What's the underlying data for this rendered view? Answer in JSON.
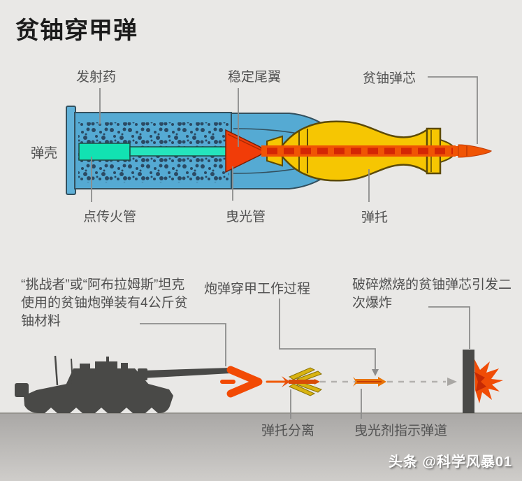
{
  "title": "贫铀穿甲弹",
  "shell_labels": {
    "propellant": "发射药",
    "fins": "稳定尾翼",
    "du_core": "贫铀弹芯",
    "case": "弹壳",
    "igniter": "点传火管",
    "tracer_tube": "曳光管",
    "sabot": "弹托"
  },
  "process": {
    "tank_note": "“挑战者”或“阿布拉姆斯”坦克使用的贫铀炮弹装有4公斤贫铀材料",
    "title": "炮弹穿甲工作过程",
    "explosion_note": "破碎燃烧的贫铀弹芯引发二次爆炸",
    "sabot_separation": "弹托分离",
    "tracer_trajectory": "曳光剂指示弹道"
  },
  "watermark": "头条 @科学风暴01",
  "colors": {
    "background": "#e9e8e6",
    "case_blue": "#55aad3",
    "propellant_dot": "#2b4a63",
    "primer_cyan": "#14e2b4",
    "fin_red": "#f13c08",
    "sabot_yellow": "#f6c602",
    "penetrator_orange": "#f05404",
    "penetrator_dash": "#d42604",
    "silhouette_gray": "#494947",
    "ground_gray": "#b3b1ae",
    "label_gray": "#525252",
    "explosion_orange": "#f04c06"
  }
}
